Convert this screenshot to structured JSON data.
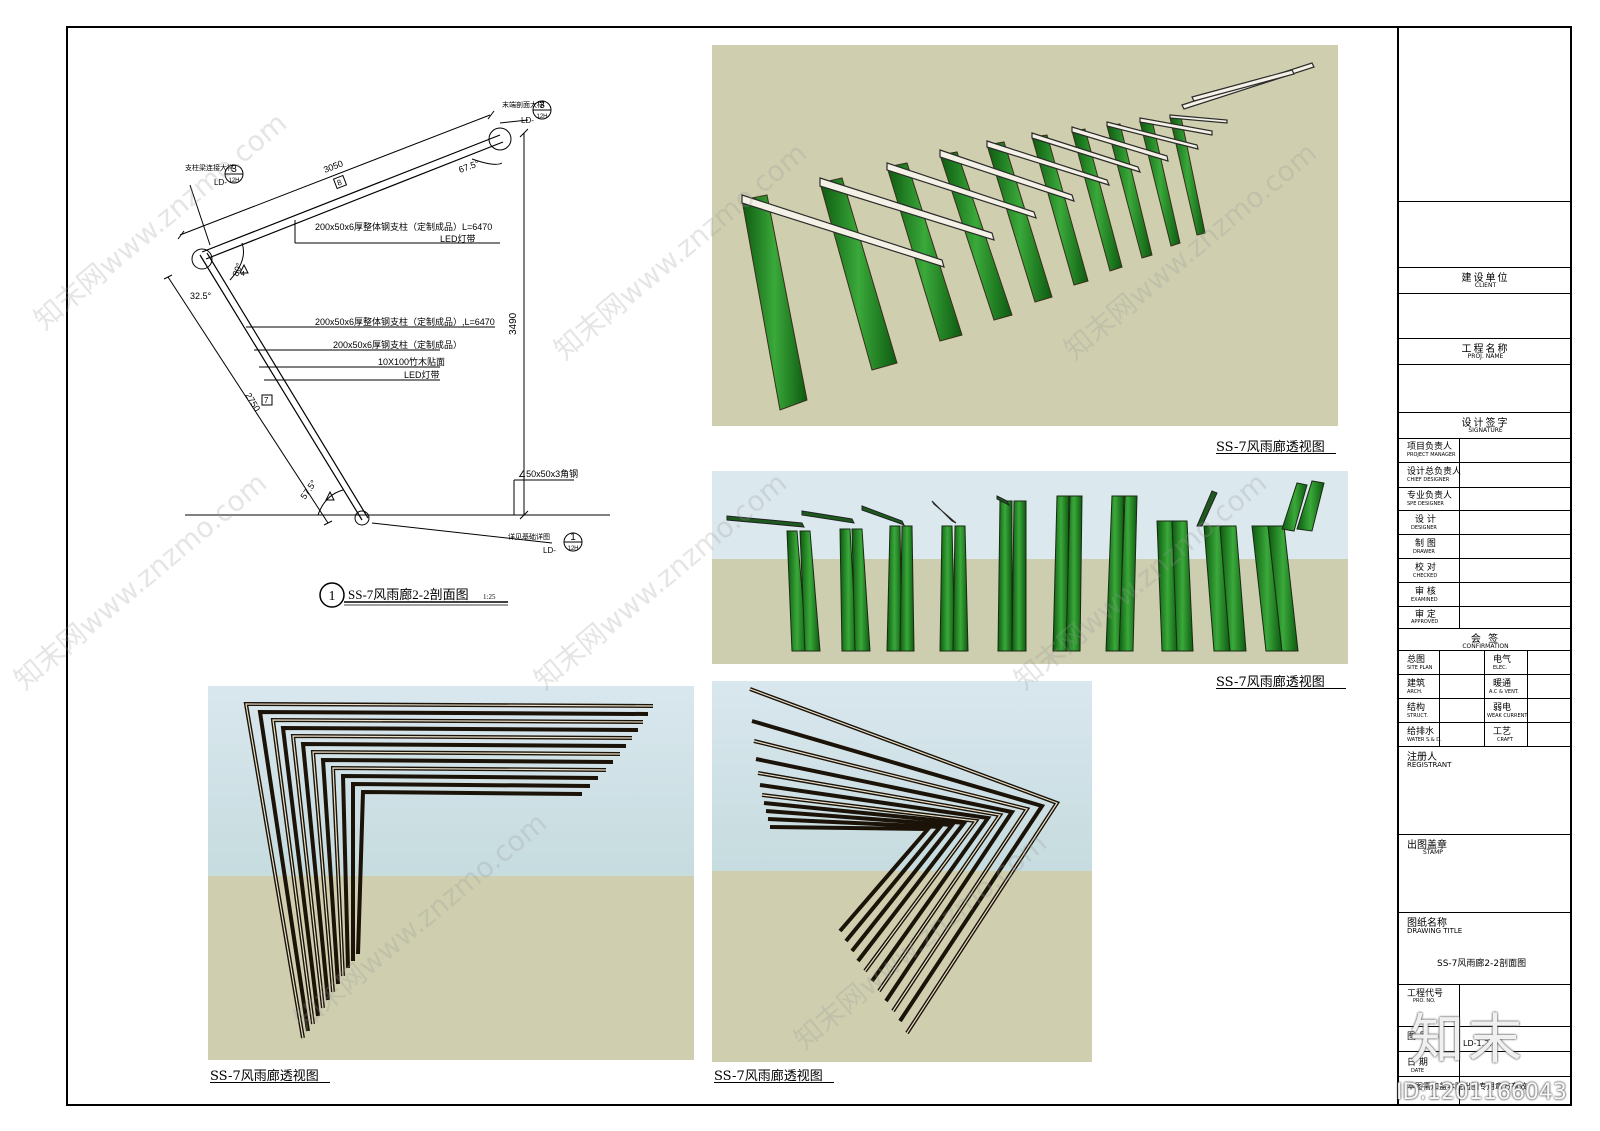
{
  "section": {
    "title": "SS-7风雨廊2-2剖面图",
    "scale": "1:25",
    "circle_no": "1",
    "notes": {
      "top_callout": "末端剖面大样",
      "left_callout": "支柱梁连接大样",
      "bottom_callout": "详见基础详图",
      "ld": "LD-",
      "detail_no": "3",
      "sheet": "12H",
      "bottom_detail_no": "1",
      "dim_3050": "3050",
      "tag_8": "8",
      "dim_2750": "2750",
      "tag_7": "7",
      "dim_3490": "3490",
      "angle_675": "67.5°",
      "angle_80": "80°",
      "angle_325": "32.5°",
      "angle_575": "57.5°",
      "label_a": "200x50x6厚整体钢支柱（定制成品）L=6470",
      "label_b": "LED灯带",
      "label_c": "200x50x6厚整体钢支柱（定制成品）,L=6470",
      "label_d": "200x50x6厚钢支柱（定制成品）",
      "label_e": "10X100竹木贴面",
      "label_f": "LED灯带",
      "label_g": "∠50x50x3角钢",
      "tri_4": "4"
    }
  },
  "views": {
    "caption1": "SS-7风雨廊透视图",
    "caption2": "SS-7风雨廊透视图",
    "caption3": "SS-7风雨廊透视图",
    "caption4": "SS-7风雨廊透视图"
  },
  "title_block": {
    "client_cn": "建设单位",
    "client_en": "CLIENT",
    "proj_cn": "工程名称",
    "proj_en": "PROJ. NAME",
    "sig_cn": "设计签字",
    "sig_en": "SIGNATURE",
    "roles": [
      {
        "cn": "项目负责人",
        "en": "PROJECT MANAGER"
      },
      {
        "cn": "设计总负责人",
        "en": "CHIEF DESIGNER"
      },
      {
        "cn": "专业负责人",
        "en": "SPE DESIGNER"
      },
      {
        "cn": "设 计",
        "en": "DESIGNER"
      },
      {
        "cn": "制 图",
        "en": "DRAWER"
      },
      {
        "cn": "校 对",
        "en": "CHECKED"
      },
      {
        "cn": "审 核",
        "en": "EXAMINED"
      },
      {
        "cn": "审 定",
        "en": "APPROVED"
      }
    ],
    "conf_cn": "会 签",
    "conf_en": "CONFIRMATION",
    "disciplines": [
      {
        "cn": "总图",
        "en": "SITE PLAN",
        "cn2": "电气",
        "en2": "ELEC."
      },
      {
        "cn": "建筑",
        "en": "ARCH.",
        "cn2": "暖通",
        "en2": "A.C & VENT."
      },
      {
        "cn": "结构",
        "en": "STRUCT.",
        "cn2": "弱电",
        "en2": "WEAK CURRENT"
      },
      {
        "cn": "给排水",
        "en": "WATER S.& D.",
        "cn2": "工艺",
        "en2": "CRAFT"
      }
    ],
    "reg_cn": "注册人",
    "reg_en": "REGISTRANT",
    "stamp_cn": "出图盖章",
    "stamp_en": "STAMP",
    "dt_cn": "图纸名称",
    "dt_en": "DRAWING TITLE",
    "drawing_title": "SS-7风雨廊2-2剖面图",
    "proj_no_cn": "工程代号",
    "proj_no_en": "PRO. NO.",
    "sheet_cn": "图 号",
    "sheet_val": "LD-1.2.9",
    "date_cn": "日 期",
    "date_en": "DATE",
    "footer": "本图需加盖本院出图专用章方有效"
  },
  "watermark": {
    "text": "知末网www.znzmo.com",
    "logo": "知末",
    "id": "ID:1201166043"
  }
}
